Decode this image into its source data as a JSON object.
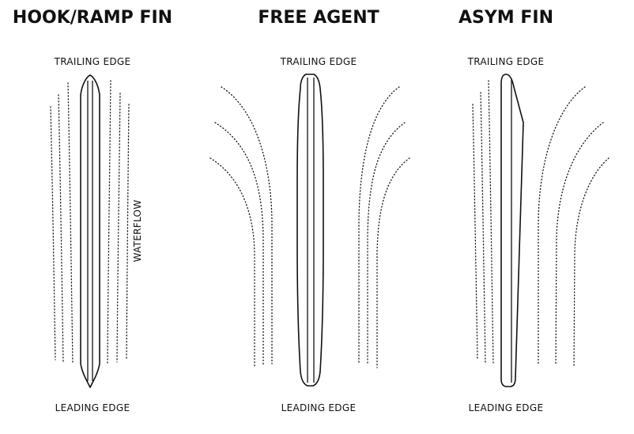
{
  "fins": [
    {
      "title": "HOOK/RAMP FIN",
      "trailing": "TRAILING EDGE",
      "leading": "LEADING EDGE",
      "side_label": "WATERFLOW"
    },
    {
      "title": "FREE AGENT",
      "trailing": "TRAILING EDGE",
      "leading": "LEADING EDGE"
    },
    {
      "title": "ASYM FIN",
      "trailing": "TRAILING EDGE",
      "leading": "LEADING EDGE"
    }
  ],
  "colors": {
    "ink": "#111111",
    "background": "#ffffff"
  }
}
